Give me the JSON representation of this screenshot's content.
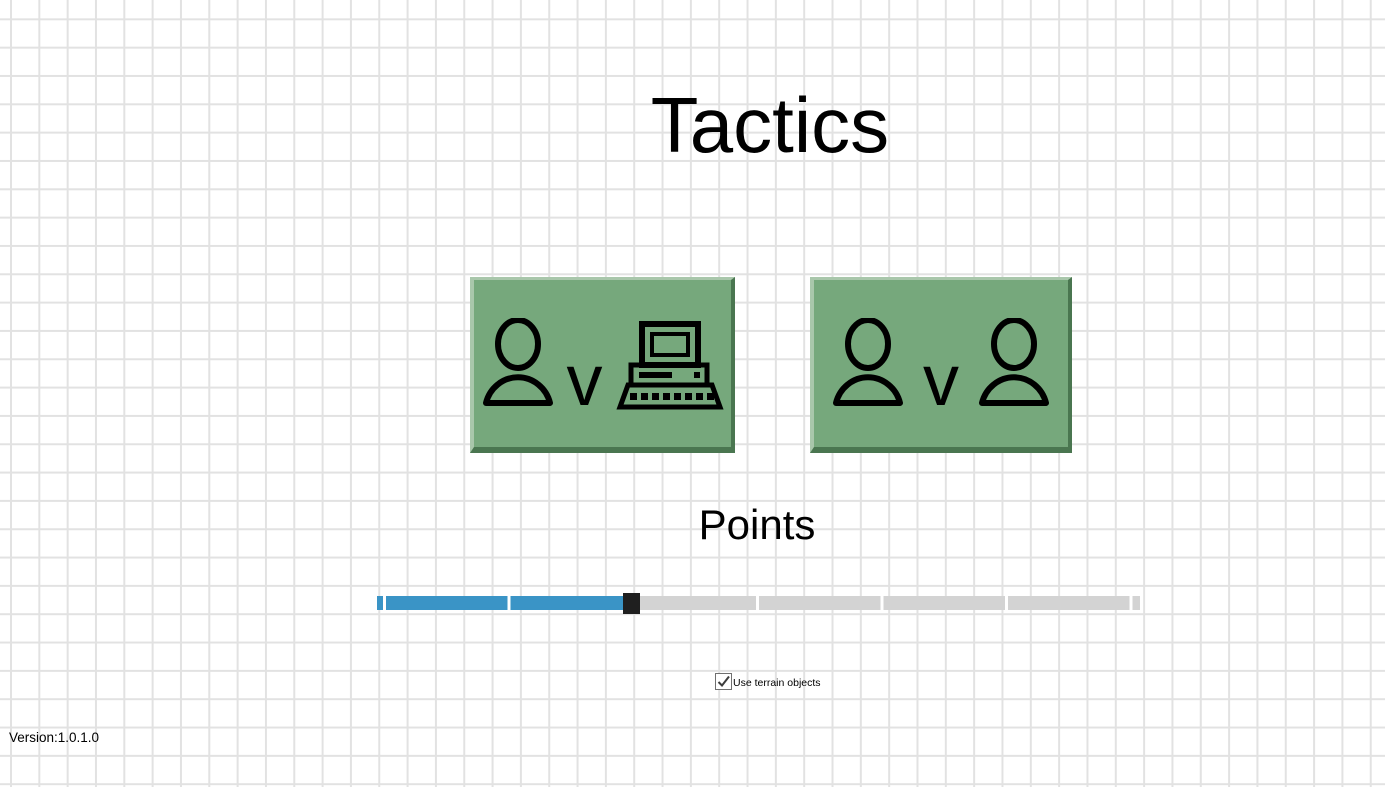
{
  "title": "Tactics",
  "buttons": {
    "player_vs_computer": {
      "vs_label": "v"
    },
    "player_vs_player": {
      "vs_label": "v"
    }
  },
  "points_section": {
    "label": "Points",
    "slider": {
      "min": 0,
      "max": 100,
      "value": 33
    }
  },
  "options": {
    "use_terrain": {
      "label": "Use terrain objects",
      "checked": true
    }
  },
  "status_bar": {
    "version": "Version:1.0.1.0"
  },
  "theme": {
    "background": "#FFFFFF",
    "grid_line": "#E2E2E2",
    "button_green": "#76A87C",
    "button_highlight": "#A9C7AB",
    "button_shadow": "#4A7650",
    "slider_blue": "#3A94C6",
    "track_gray": "#D3D3D3",
    "handle_black": "#1F1F1F"
  }
}
